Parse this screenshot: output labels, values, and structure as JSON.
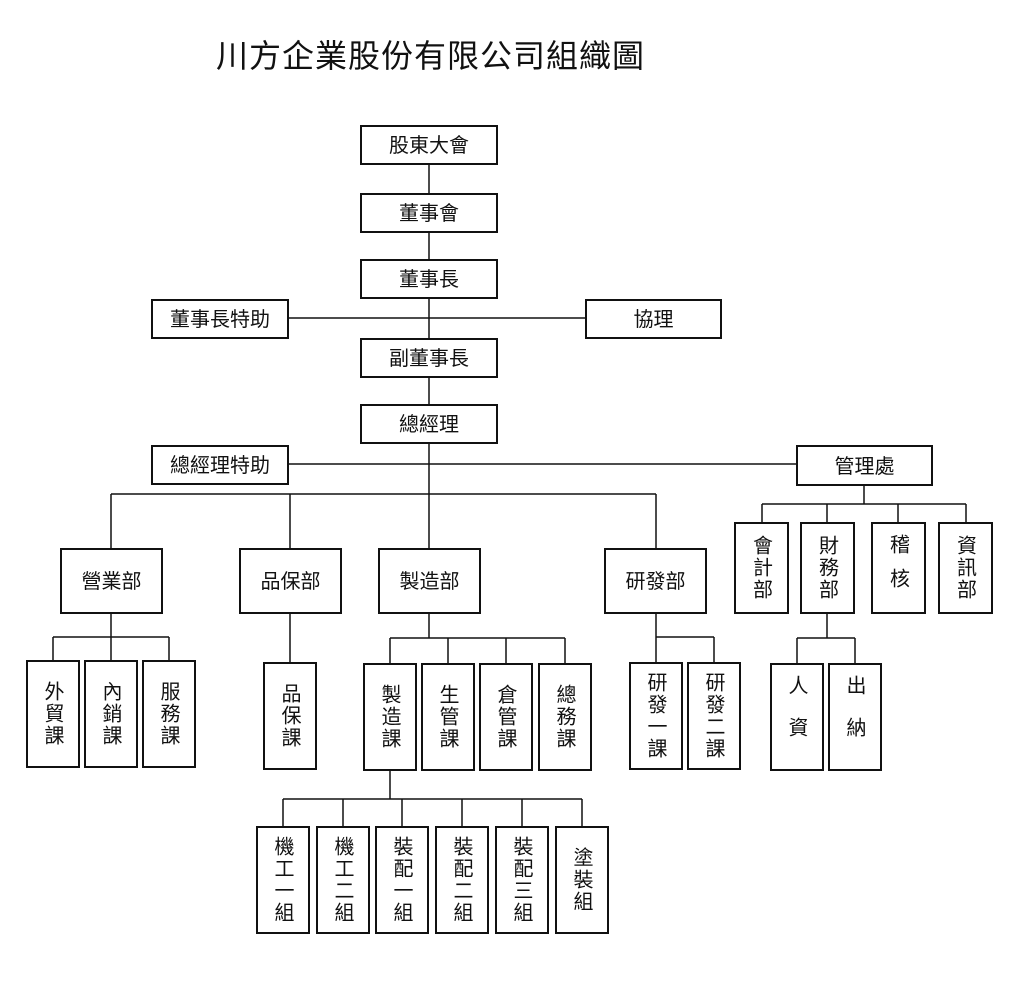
{
  "title": "川方企業股份有限公司組織圖",
  "nodes": {
    "shareholders": "股東大會",
    "board": "董事會",
    "chairman": "董事長",
    "chairman_assistant": "董事長特助",
    "associate_manager": "協理",
    "vice_chairman": "副董事長",
    "general_manager": "總經理",
    "gm_assistant": "總經理特助",
    "management_office": "管理處",
    "sales_dept": "營業部",
    "qa_dept": "品保部",
    "manufacturing_dept": "製造部",
    "rd_dept": "研發部",
    "accounting_dept": "會計部",
    "finance_dept": "財務部",
    "audit": "稽核",
    "it_dept": "資訊部",
    "foreign_trade": "外貿課",
    "domestic_sales": "內銷課",
    "service": "服務課",
    "qa_section": "品保課",
    "manufacturing_section": "製造課",
    "production_control": "生管課",
    "warehouse": "倉管課",
    "general_affairs": "總務課",
    "rd_section_1": "研發一課",
    "rd_section_2": "研發二課",
    "hr": "人資",
    "cashier": "出納",
    "machining_1": "機工一組",
    "machining_2": "機工二組",
    "assembly_1": "裝配一組",
    "assembly_2": "裝配二組",
    "assembly_3": "裝配三組",
    "painting": "塗裝組"
  }
}
